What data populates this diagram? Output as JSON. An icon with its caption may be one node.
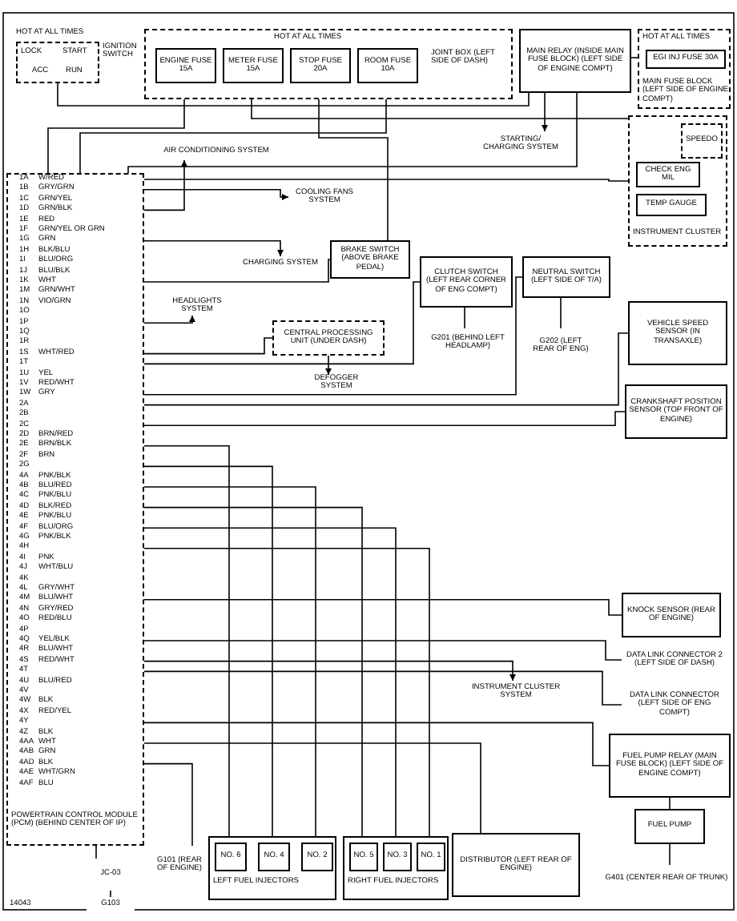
{
  "diagram": {
    "nodes": [
      {
        "text": [
          "LOCK",
          "ACC",
          "START",
          "RUN"
        ],
        "beside": [
          "HOT AT ALL TIMES",
          "IGNITION SWITCH"
        ]
      },
      {
        "text": [
          "HOT AT ALL TIMES",
          "JOINT BOX (LEFT SIDE OF DASH)"
        ]
      },
      {
        "text": [
          "ENGINE FUSE 15A"
        ],
        "in": 1
      },
      {
        "text": [
          "METER FUSE 15A"
        ],
        "in": 1
      },
      {
        "text": [
          "STOP FUSE 20A"
        ],
        "in": 1
      },
      {
        "text": [
          "ROOM FUSE 10A"
        ],
        "in": 1
      },
      {
        "text": [
          "MAIN RELAY (INSIDE MAIN FUSE BLOCK) (LEFT SIDE OF ENGINE COMPT)"
        ]
      },
      {
        "text": [
          "HOT AT ALL TIMES",
          "MAIN FUSE BLOCK (LEFT SIDE OF ENGINE COMPT)"
        ]
      },
      {
        "text": [
          "EGI INJ FUSE 30A"
        ],
        "in": 7
      },
      {
        "text": [
          "INSTRUMENT CLUSTER"
        ]
      },
      {
        "text": [
          "SPEEDO"
        ],
        "in": 9
      },
      {
        "text": [
          "CHECK ENG MIL"
        ],
        "in": 9
      },
      {
        "text": [
          "TEMP GAUGE"
        ],
        "in": 9
      },
      {
        "text": [
          "STARTING/ CHARGING SYSTEM"
        ]
      },
      {
        "text": [
          "AIR CONDITIONING SYSTEM"
        ]
      },
      {
        "text": [
          "COOLING FANS SYSTEM"
        ]
      },
      {
        "text": [
          "BRAKE SWITCH (ABOVE BRAKE PEDAL)"
        ]
      },
      {
        "text": [
          "CHARGING SYSTEM"
        ]
      },
      {
        "text": [
          "HEADLIGHTS SYSTEM"
        ]
      },
      {
        "text": [
          "CENTRAL PROCESSING UNIT (UNDER DASH)"
        ]
      },
      {
        "text": [
          "DEFOGGER SYSTEM"
        ]
      },
      {
        "text": [
          "CLUTCH SWITCH (LEFT REAR CORNER OF ENG COMPT)"
        ]
      },
      {
        "text": [
          "NEUTRAL SWITCH (LEFT SIDE OF T/A)"
        ]
      },
      {
        "text": [
          "G201 (BEHIND LEFT HEADLAMP)"
        ]
      },
      {
        "text": [
          "G202 (LEFT REAR OF ENG)"
        ]
      },
      {
        "text": [
          "VEHICLE SPEED SENSOR (IN TRANSAXLE)"
        ]
      },
      {
        "text": [
          "CRANKSHAFT POSITION SENSOR (TOP FRONT OF ENGINE)"
        ]
      },
      {
        "text": [
          "KNOCK SENSOR (REAR OF ENGINE)"
        ]
      },
      {
        "text": [
          "DATA LINK CONNECTOR 2 (LEFT SIDE OF DASH)"
        ]
      },
      {
        "text": [
          "DATA LINK CONNECTOR (LEFT SIDE OF ENG COMPT)"
        ]
      },
      {
        "text": [
          "INSTRUMENT CLUSTER SYSTEM"
        ]
      },
      {
        "text": [
          "FUEL PUMP RELAY (MAIN FUSE BLOCK) (LEFT SIDE OF ENGINE COMPT)"
        ]
      },
      {
        "text": [
          "FUEL PUMP"
        ]
      },
      {
        "text": [
          "G401 (CENTER REAR OF TRUNK)"
        ]
      },
      {
        "text": [
          "DISTRIBUTOR (LEFT REAR OF ENGINE)"
        ]
      },
      {
        "text": [
          "LEFT FUEL INJECTORS"
        ]
      },
      {
        "text": [
          "NO. 6"
        ],
        "in": 35
      },
      {
        "text": [
          "NO. 4"
        ],
        "in": 35
      },
      {
        "text": [
          "NO. 2"
        ],
        "in": 35
      },
      {
        "text": [
          "RIGHT FUEL INJECTORS"
        ]
      },
      {
        "text": [
          "NO. 5"
        ],
        "in": 39
      },
      {
        "text": [
          "NO. 3"
        ],
        "in": 39
      },
      {
        "text": [
          "NO. 1"
        ],
        "in": 39
      },
      {
        "text": [
          "JC-03"
        ]
      },
      {
        "text": [
          "G103"
        ]
      },
      {
        "text": [
          "G101 (REAR OF ENGINE)"
        ]
      },
      {
        "text": [
          "POWERTRAIN CONTROL MODULE (PCM) (BEHIND CENTER OF IP)"
        ]
      }
    ],
    "edges": [
      {
        "from": 0,
        "to": 6,
        "arrow": "none"
      },
      {
        "from": 2,
        "to": 46,
        "arrow": "none"
      },
      {
        "from": 3,
        "to": 9,
        "arrow": "none"
      },
      {
        "from": 4,
        "to": 16,
        "arrow": "none"
      },
      {
        "from": 5,
        "to": 46,
        "arrow": "none"
      },
      {
        "from": 8,
        "to": 6,
        "arrow": "none"
      },
      {
        "from": 6,
        "to": 13,
        "arrow": "to"
      },
      {
        "from": 6,
        "to": 46,
        "arrow": "none"
      },
      {
        "from": 46,
        "to": 9,
        "arrow": "none"
      },
      {
        "from": 46,
        "to": 15,
        "arrow": "to"
      },
      {
        "from": 46,
        "to": 14,
        "arrow": "to"
      },
      {
        "from": 46,
        "to": 17,
        "arrow": "to"
      },
      {
        "from": 46,
        "to": 16,
        "arrow": "none"
      },
      {
        "from": 46,
        "to": 18,
        "arrow": "to"
      },
      {
        "from": 46,
        "to": 19,
        "arrow": "none"
      },
      {
        "from": 19,
        "to": 20,
        "arrow": "to"
      },
      {
        "from": 46,
        "to": 21,
        "arrow": "none"
      },
      {
        "from": 21,
        "to": 23,
        "arrow": "none"
      },
      {
        "from": 46,
        "to": 22,
        "arrow": "none"
      },
      {
        "from": 22,
        "to": 24,
        "arrow": "none"
      },
      {
        "from": 46,
        "to": 25,
        "arrow": "none"
      },
      {
        "from": 46,
        "to": 26,
        "arrow": "none"
      },
      {
        "from": 46,
        "to": 36,
        "arrow": "none"
      },
      {
        "from": 46,
        "to": 37,
        "arrow": "none"
      },
      {
        "from": 46,
        "to": 38,
        "arrow": "none"
      },
      {
        "from": 46,
        "to": 40,
        "arrow": "none"
      },
      {
        "from": 46,
        "to": 41,
        "arrow": "none"
      },
      {
        "from": 46,
        "to": 42,
        "arrow": "none"
      },
      {
        "from": 46,
        "to": 27,
        "arrow": "none"
      },
      {
        "from": 46,
        "to": 28,
        "arrow": "none"
      },
      {
        "from": 46,
        "to": 29,
        "arrow": "none"
      },
      {
        "from": 46,
        "to": 30,
        "arrow": "to"
      },
      {
        "from": 46,
        "to": 31,
        "arrow": "none"
      },
      {
        "from": 31,
        "to": 32,
        "arrow": "none"
      },
      {
        "from": 32,
        "to": 33,
        "arrow": "none"
      },
      {
        "from": 46,
        "to": 34,
        "arrow": "none"
      },
      {
        "from": 46,
        "to": 45,
        "arrow": "none"
      },
      {
        "from": 46,
        "to": 43,
        "arrow": "none"
      },
      {
        "from": 43,
        "to": 44,
        "arrow": "none"
      }
    ],
    "labels": [
      "1A",
      "W/RED",
      "1B",
      "GRY/GRN",
      "1C",
      "GRN/YEL",
      "1D",
      "GRN/BLK",
      "1E",
      "RED",
      "1F",
      "GRN/YEL OR GRN",
      "1G",
      "GRN",
      "1H",
      "BLK/BLU",
      "1I",
      "BLU/ORG",
      "1J",
      "BLU/BLK",
      "1K",
      "WHT",
      "1M",
      "GRN/WHT",
      "1N",
      "VIO/GRN",
      "1O",
      "1P",
      "1Q",
      "1R",
      "1S",
      "WHT/RED",
      "1T",
      "1U",
      "YEL",
      "1V",
      "RED/WHT",
      "1W",
      "GRY",
      "2A",
      "2B",
      "2C",
      "2D",
      "BRN/RED",
      "2E",
      "BRN/BLK",
      "2F",
      "BRN",
      "2G",
      "4A",
      "PNK/BLK",
      "4B",
      "BLU/RED",
      "4C",
      "PNK/BLU",
      "4D",
      "BLK/RED",
      "4E",
      "PNK/BLU",
      "4F",
      "BLU/ORG",
      "4G",
      "PNK/BLK",
      "4H",
      "4I",
      "PNK",
      "4J",
      "WHT/BLU",
      "4K",
      "4L",
      "GRY/WHT",
      "4M",
      "BLU/WHT",
      "4N",
      "GRY/RED",
      "4O",
      "RED/BLU",
      "4P",
      "4Q",
      "YEL/BLK",
      "4R",
      "BLU/WHT",
      "4S",
      "RED/WHT",
      "4T",
      "4U",
      "BLU/RED",
      "4V",
      "4W",
      "BLK",
      "4X",
      "RED/YEL",
      "4Y",
      "4Z",
      "BLK",
      "4AA",
      "WHT",
      "4AB",
      "GRN",
      "4AD",
      "BLK",
      "4AE",
      "WHT/GRN",
      "4AF",
      "BLU",
      "14043"
    ]
  }
}
